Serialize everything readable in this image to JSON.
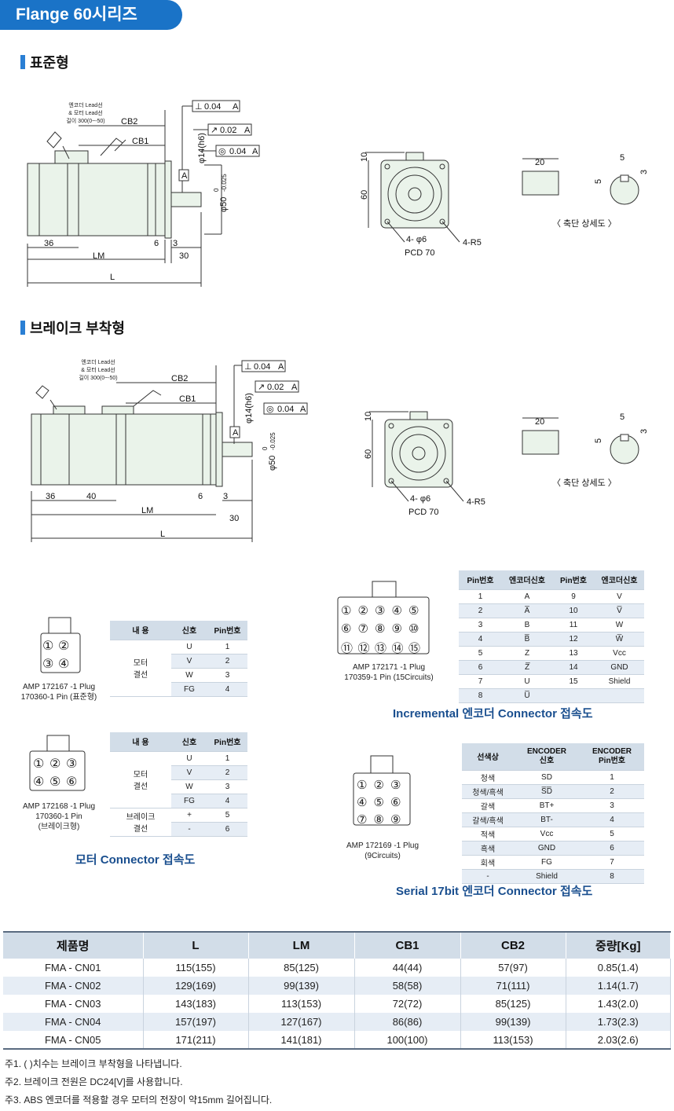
{
  "page_title": "Flange 60시리즈",
  "sections": {
    "standard": "표준형",
    "brake": "브레이크 부착형"
  },
  "drawing_labels": {
    "lead_note": [
      "엔코더 Lead선",
      "& 모터 Lead선",
      "길이 300(0~-50)"
    ],
    "cb2": "CB2",
    "cb1": "CB1",
    "tol1": "0.04",
    "tol2": "0.02",
    "tol3": "0.04",
    "datum": "A",
    "shaft_dia": "φ14(h6)",
    "pilot_dia": "φ50",
    "pilot_tol_top": "0",
    "pilot_tol_bot": "-0.025",
    "d36": "36",
    "d40": "40",
    "d6": "6",
    "d3": "3",
    "lm": "LM",
    "d30": "30",
    "l": "L",
    "d10": "10",
    "d60": "60",
    "holes": "4- φ6",
    "pcd": "PCD 70",
    "r5": "4-R5",
    "d20": "20",
    "d5a": "5",
    "d5b": "5",
    "d3b": "3",
    "shaft_detail": "〈 축단 상세도 〉"
  },
  "motor_conn_std": {
    "plug": [
      "AMP 172167 -1 Plug",
      "170360-1 Pin (표준형)"
    ],
    "pins": [
      "①",
      "②",
      "③",
      "④"
    ],
    "headers": [
      "내 용",
      "신호",
      "Pin번호"
    ],
    "group": "모터\n결선",
    "rows": [
      [
        "U",
        "1"
      ],
      [
        "V",
        "2"
      ],
      [
        "W",
        "3"
      ],
      [
        "FG",
        "4"
      ]
    ]
  },
  "motor_conn_brk": {
    "plug": [
      "AMP 172168 -1 Plug",
      "170360-1 Pin",
      "(브레이크형)"
    ],
    "pins": [
      "①",
      "②",
      "③",
      "④",
      "⑤",
      "⑥"
    ],
    "headers": [
      "내 용",
      "신호",
      "Pin번호"
    ],
    "group1": "모터\n결선",
    "group2": "브레이크\n결선",
    "rows": [
      [
        "U",
        "1"
      ],
      [
        "V",
        "2"
      ],
      [
        "W",
        "3"
      ],
      [
        "FG",
        "4"
      ],
      [
        "+",
        "5"
      ],
      [
        "-",
        "6"
      ]
    ]
  },
  "motor_caption": "모터 Connector 접속도",
  "inc_conn": {
    "plug": [
      "AMP 172171 -1 Plug",
      "170359-1 Pin (15Circuits)"
    ],
    "pins": [
      "①",
      "②",
      "③",
      "④",
      "⑤",
      "⑥",
      "⑦",
      "⑧",
      "⑨",
      "⑩",
      "⑪",
      "⑫",
      "⑬",
      "⑭",
      "⑮"
    ],
    "headers": [
      "Pin번호",
      "엔코더신호",
      "Pin번호",
      "엔코더신호"
    ],
    "rows": [
      [
        "1",
        "A",
        "9",
        "V"
      ],
      [
        "2",
        "A̅",
        "10",
        "V̅"
      ],
      [
        "3",
        "B",
        "11",
        "W"
      ],
      [
        "4",
        "B̅",
        "12",
        "W̅"
      ],
      [
        "5",
        "Z",
        "13",
        "Vcc"
      ],
      [
        "6",
        "Z̅",
        "14",
        "GND"
      ],
      [
        "7",
        "U",
        "15",
        "Shield"
      ],
      [
        "8",
        "U̅",
        "",
        ""
      ]
    ]
  },
  "inc_caption": "Incremental 엔코더 Connector 접속도",
  "serial_conn": {
    "plug": [
      "AMP 172169 -1 Plug",
      "(9Circuits)"
    ],
    "pins": [
      "①",
      "②",
      "③",
      "④",
      "⑤",
      "⑥",
      "⑦",
      "⑧",
      "⑨"
    ],
    "headers": [
      "선색상",
      "ENCODER\n신호",
      "ENCODER\nPin번호"
    ],
    "rows": [
      [
        "청색",
        "SD",
        "1"
      ],
      [
        "청색/흑색",
        "S̅D̅",
        "2"
      ],
      [
        "갈색",
        "BT+",
        "3"
      ],
      [
        "갈색/흑색",
        "BT-",
        "4"
      ],
      [
        "적색",
        "Vcc",
        "5"
      ],
      [
        "흑색",
        "GND",
        "6"
      ],
      [
        "회색",
        "FG",
        "7"
      ],
      [
        "-",
        "Shield",
        "8"
      ]
    ]
  },
  "serial_caption": "Serial 17bit 엔코더 Connector 접속도",
  "spec_table": {
    "headers": [
      "제품명",
      "L",
      "LM",
      "CB1",
      "CB2",
      "중량[Kg]"
    ],
    "rows": [
      [
        "FMA - CN01",
        "115(155)",
        "85(125)",
        "44(44)",
        "57(97)",
        "0.85(1.4)"
      ],
      [
        "FMA - CN02",
        "129(169)",
        "99(139)",
        "58(58)",
        "71(111)",
        "1.14(1.7)"
      ],
      [
        "FMA - CN03",
        "143(183)",
        "113(153)",
        "72(72)",
        "85(125)",
        "1.43(2.0)"
      ],
      [
        "FMA - CN04",
        "157(197)",
        "127(167)",
        "86(86)",
        "99(139)",
        "1.73(2.3)"
      ],
      [
        "FMA - CN05",
        "171(211)",
        "141(181)",
        "100(100)",
        "113(153)",
        "2.03(2.6)"
      ]
    ]
  },
  "notes": [
    "주1. ( )치수는 브레이크 부착형을 나타냅니다.",
    "주2. 브레이크 전원은 DC24[V]를 사용합니다.",
    "주3. ABS 엔코더를 적용할 경우 모터의 전장이 약15mm 길어집니다."
  ]
}
